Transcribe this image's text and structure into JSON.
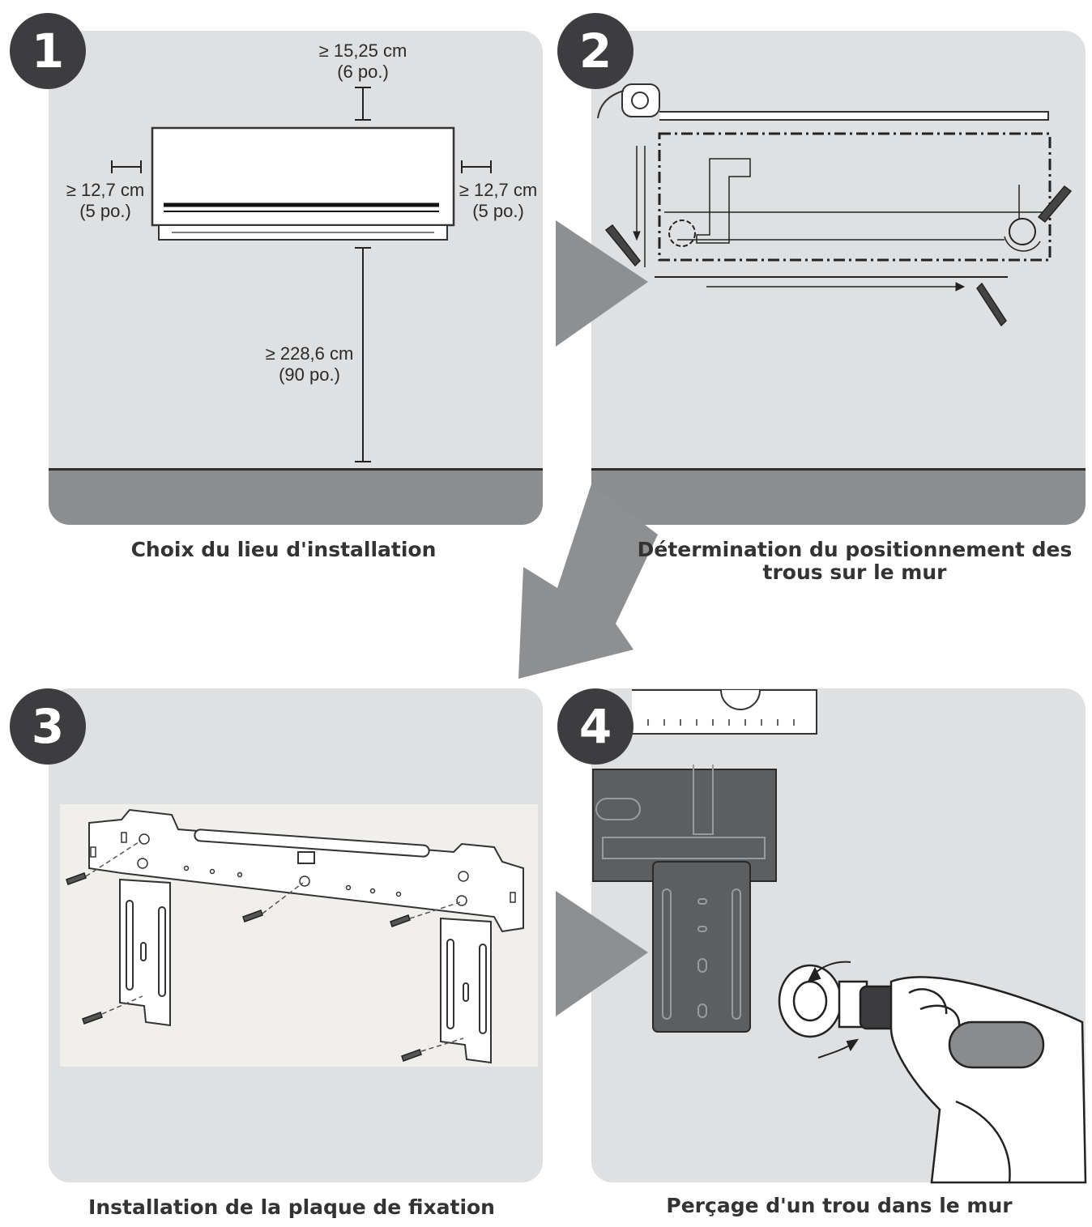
{
  "steps": [
    {
      "number": "1",
      "caption": "Choix du lieu d'installation"
    },
    {
      "number": "2",
      "caption_line1": "Détermination du positionnement des",
      "caption_line2": "trous sur le mur"
    },
    {
      "number": "3",
      "caption": "Installation de la plaque de fixation"
    },
    {
      "number": "4",
      "caption": "Perçage d'un trou dans le mur"
    }
  ],
  "clearances": {
    "top": {
      "value": "≥ 15,25 cm",
      "unit": "(6 po.)"
    },
    "left": {
      "value": "≥ 12,7 cm",
      "unit": "(5 po.)"
    },
    "right": {
      "value": "≥ 12,7 cm",
      "unit": "(5 po.)"
    },
    "floor": {
      "value": "≥ 228,6 cm",
      "unit": "(90 po.)"
    }
  },
  "colors": {
    "panel": "#dfe0e2",
    "floor": "#8c8d8f",
    "badge": "#3d3d3f",
    "arrow": "#8e8f91",
    "bracket": "#5d5e60"
  }
}
